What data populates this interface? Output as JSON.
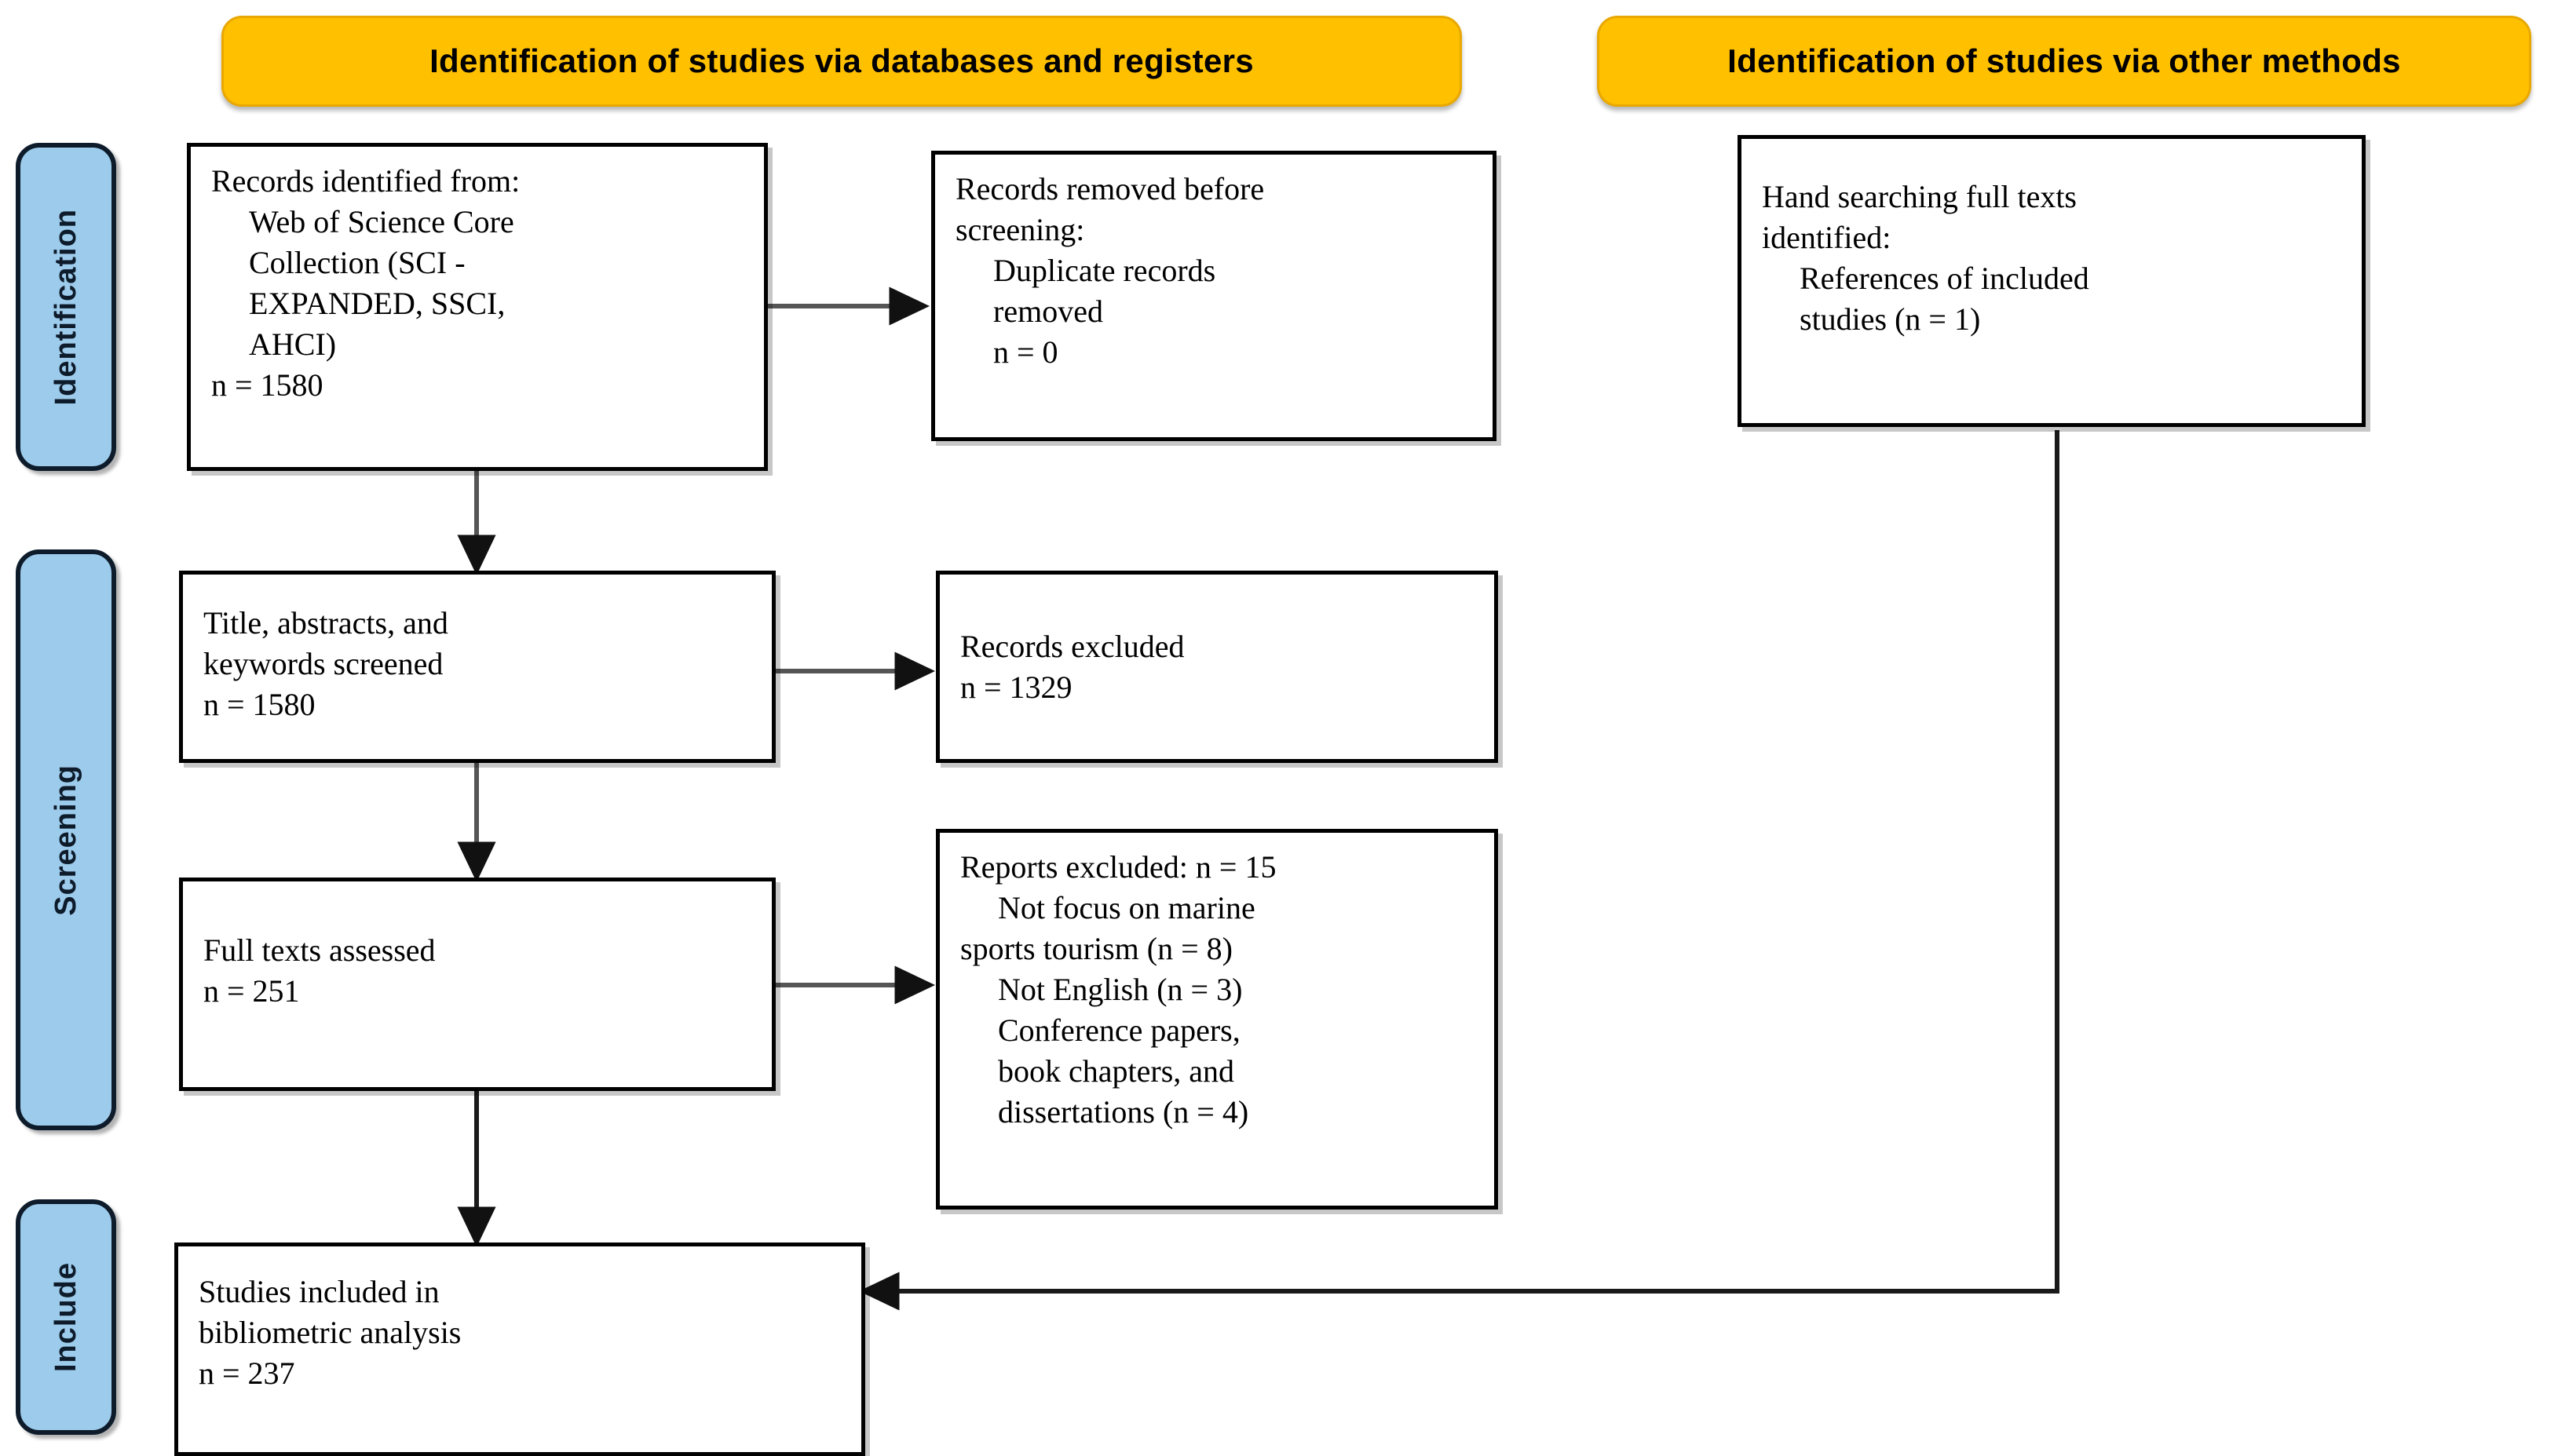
{
  "colors": {
    "banner_fill": "#FFC000",
    "banner_border": "#E8A800",
    "stage_fill": "#9DCBEB",
    "stage_border": "#0D1B2A",
    "box_border": "#000000",
    "background": "#FFFFFF",
    "connector": "#1A1A1A"
  },
  "banners": {
    "databases": "Identification of studies via databases and registers",
    "other": "Identification of studies via other methods"
  },
  "stages": {
    "identification": "Identification",
    "screening": "Screening",
    "include": "Include"
  },
  "boxes": {
    "records_identified": {
      "title": "Records identified from:",
      "lines": [
        {
          "text": "Records identified from:",
          "indent": false
        },
        {
          "text": "Web of Science Core",
          "indent": true
        },
        {
          "text": "Collection (SCI -",
          "indent": true
        },
        {
          "text": "EXPANDED, SSCI,",
          "indent": true
        },
        {
          "text": "AHCI)",
          "indent": true
        },
        {
          "text": "n = 1580",
          "indent": false
        }
      ]
    },
    "records_removed": {
      "title": "Records removed before screening:",
      "lines": [
        {
          "text": "Records removed before",
          "indent": false
        },
        {
          "text": "screening:",
          "indent": false
        },
        {
          "text": "Duplicate records",
          "indent": true
        },
        {
          "text": "removed",
          "indent": true
        },
        {
          "text": "n = 0",
          "indent": true
        }
      ]
    },
    "hand_searching": {
      "title": "Hand searching full texts identified:",
      "lines": [
        {
          "text": "Hand searching full texts",
          "indent": false
        },
        {
          "text": "identified:",
          "indent": false
        },
        {
          "text": "References of included",
          "indent": true
        },
        {
          "text": "studies (n = 1)",
          "indent": true
        }
      ]
    },
    "titles_screened": {
      "title": "Title, abstracts, and keywords screened",
      "lines": [
        {
          "text": "Title, abstracts, and",
          "indent": false
        },
        {
          "text": "keywords screened",
          "indent": false
        },
        {
          "text": "n = 1580",
          "indent": false
        }
      ]
    },
    "records_excluded": {
      "title": "Records excluded",
      "lines": [
        {
          "text": "Records excluded",
          "indent": false
        },
        {
          "text": "n = 1329",
          "indent": false
        }
      ]
    },
    "full_texts_assessed": {
      "title": "Full texts assessed",
      "lines": [
        {
          "text": "Full texts assessed",
          "indent": false
        },
        {
          "text": "n = 251",
          "indent": false
        }
      ]
    },
    "reports_excluded": {
      "title": "Reports excluded: n = 15",
      "lines": [
        {
          "text": "Reports excluded: n = 15",
          "indent": false
        },
        {
          "text": "Not focus on marine",
          "indent": true
        },
        {
          "text": "sports tourism (n = 8)",
          "indent": false
        },
        {
          "text": "Not English (n = 3)",
          "indent": true
        },
        {
          "text": "Conference papers,",
          "indent": true
        },
        {
          "text": "book chapters, and",
          "indent": true
        },
        {
          "text": "dissertations (n = 4)",
          "indent": true
        }
      ]
    },
    "studies_included": {
      "title": "Studies included in bibliometric analysis",
      "lines": [
        {
          "text": "Studies included in",
          "indent": false
        },
        {
          "text": "bibliometric analysis",
          "indent": false
        },
        {
          "text": "n = 237",
          "indent": false
        }
      ]
    }
  },
  "counts": {
    "records_identified": 1580,
    "duplicates_removed": 0,
    "hand_searching_references": 1,
    "titles_screened": 1580,
    "records_excluded": 1329,
    "full_texts_assessed": 251,
    "reports_excluded_total": 15,
    "reports_excluded_not_marine_sports_tourism": 8,
    "reports_excluded_not_english": 3,
    "reports_excluded_conference_book_dissertation": 4,
    "studies_included": 237
  }
}
